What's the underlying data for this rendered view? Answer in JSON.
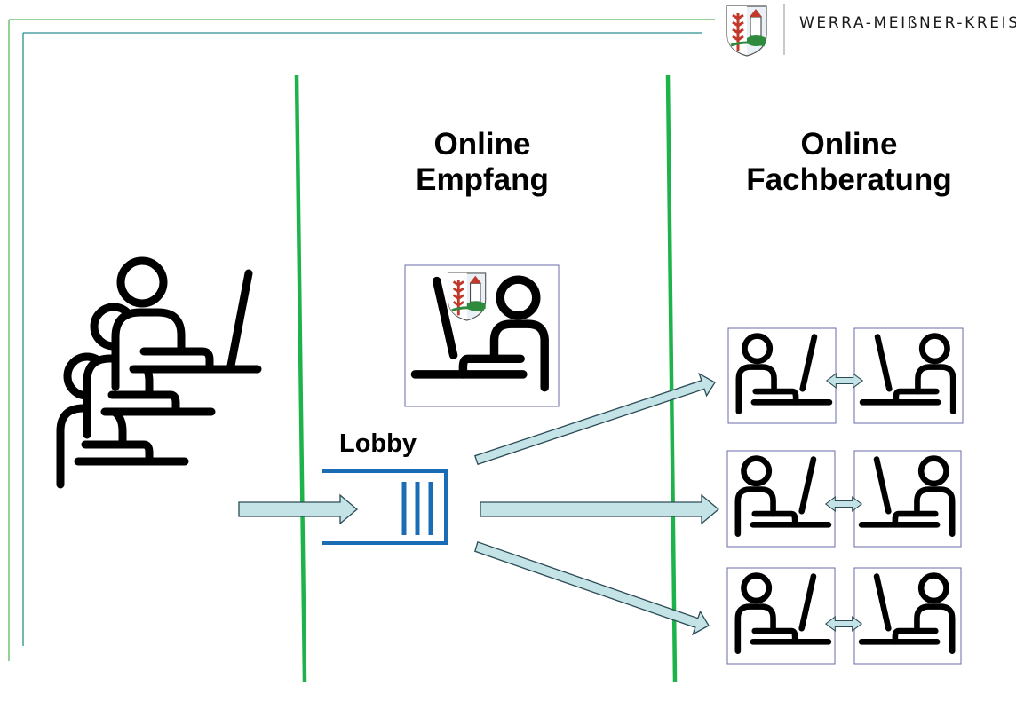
{
  "header": {
    "organization": "WERRA-MEIßNER-KREIS",
    "logo_icon": "coat-of-arms-icon"
  },
  "columns": {
    "reception": {
      "line1": "Online",
      "line2": "Empfang"
    },
    "consultation": {
      "line1": "Online",
      "line2": "Fachberatung"
    }
  },
  "lobby": {
    "label": "Lobby"
  },
  "colors": {
    "divider_green": "#1db34a",
    "frame_green": "#5cb85c",
    "frame_teal": "#2a8f8f",
    "lobby_blue": "#1a6db5",
    "arrow_fill": "#c3e3e6",
    "box_border": "#6a6aa8",
    "ink": "#000000"
  }
}
